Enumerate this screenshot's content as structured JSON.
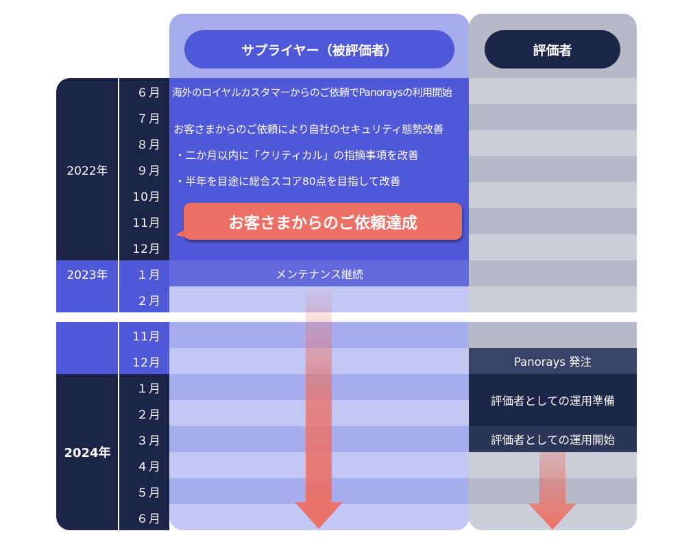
{
  "headers": {
    "supplier": "サプライヤー（被評価者）",
    "evaluator": "評価者"
  },
  "years": [
    "2022年",
    "2023年",
    "2024年"
  ],
  "months_top": [
    "６月",
    "７月",
    "８月",
    "９月",
    "10月",
    "11月",
    "12月",
    "１月",
    "２月"
  ],
  "months_bottom": [
    "11月",
    "12月",
    "１月",
    "２月",
    "３月",
    "４月",
    "５月",
    "６月"
  ],
  "supplier_events": {
    "line1": "海外のロイヤルカスタマーからのご依頼でPanoraysの利用開始",
    "line2": "お客さまからのご依頼により自社のセキュリティ態勢改善",
    "bullet1": "・二か月以内に「クリティカル」の指摘事項を改善",
    "bullet2": "・半年を目途に総合スコア80点を目指して改善",
    "callout": "お客さまからのご依頼達成",
    "maintenance": "メンテナンス継続"
  },
  "evaluator_events": {
    "order": "Panorays 発注",
    "prep": "評価者としての運用準備",
    "start": "評価者としての運用開始"
  },
  "colors": {
    "navy": "#1c2448",
    "blue": "#4f58d6",
    "blue_mid": "#6269dc",
    "lav_dark": "#a7adec",
    "lav_light": "#c3c7f4",
    "gray_dark": "#b5b9c8",
    "gray_light": "#cbced9",
    "arrow": "#ec7065"
  }
}
